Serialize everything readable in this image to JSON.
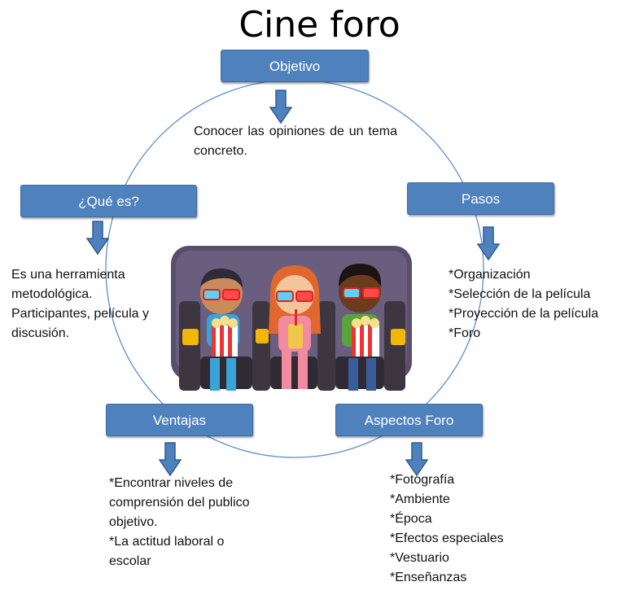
{
  "title": "Cine foro",
  "colors": {
    "box_fill": "#4f81bd",
    "box_text": "#ffffff",
    "circle": "#4f81bd"
  },
  "nodes": {
    "objetivo": {
      "label": "Objetivo",
      "text": "Conocer las opiniones de un tema concreto."
    },
    "que_es": {
      "label": "¿Qué es?",
      "lines": [
        "Es una herramienta",
        "metodológica.",
        "Participantes, película y",
        "discusión."
      ]
    },
    "pasos": {
      "label": "Pasos",
      "items": [
        "*Organización",
        "*Selección de la película",
        "*Proyección de la película",
        "*Foro"
      ]
    },
    "ventajas": {
      "label": "Ventajas",
      "lines": [
        "*Encontrar niveles de",
        "comprensión del publico",
        "objetivo.",
        "*La actitud laboral o",
        "escolar"
      ]
    },
    "aspectos": {
      "label": "Aspectos Foro",
      "items": [
        "*Fotografía",
        "*Ambiente",
        "*Época",
        "*Efectos especiales",
        "*Vestuario",
        "*Enseñanzas"
      ]
    }
  },
  "icons": {
    "arrow": "down-arrow-icon",
    "illustration": "cinema-kids-illustration"
  }
}
